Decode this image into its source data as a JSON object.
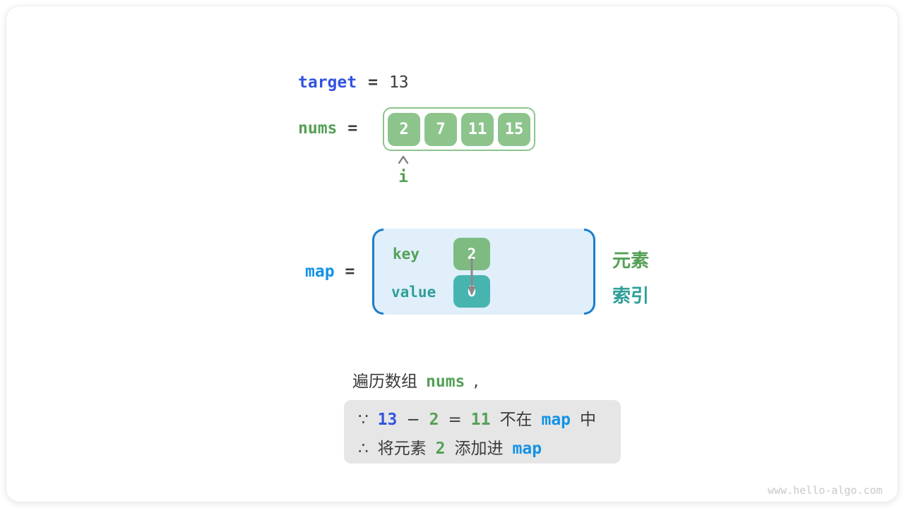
{
  "page": {
    "watermark": "www.hello-algo.com"
  },
  "target": {
    "label": "target",
    "equals": "=",
    "value": "13"
  },
  "nums": {
    "label": "nums",
    "equals": "=",
    "values": [
      "2",
      "7",
      "11",
      "15"
    ],
    "pointer_label": "i"
  },
  "map": {
    "label": "map",
    "equals": "=",
    "key_label": "key",
    "value_label": "value",
    "key_cell": "2",
    "value_cell": "0",
    "element_label": "元素",
    "index_label": "索引"
  },
  "caption": {
    "parts": [
      {
        "text": "遍历数组"
      },
      {
        "text": "nums"
      },
      {
        "text": ","
      }
    ]
  },
  "reasoning": {
    "line1": {
      "parts": [
        {
          "text": "∵"
        },
        {
          "text": "13"
        },
        {
          "text": "−"
        },
        {
          "text": "2"
        },
        {
          "text": "="
        },
        {
          "text": "11"
        },
        {
          "text": "不在"
        },
        {
          "text": "map"
        },
        {
          "text": "中"
        }
      ]
    },
    "line2": {
      "parts": [
        {
          "text": "∴"
        },
        {
          "text": "将元素"
        },
        {
          "text": "2"
        },
        {
          "text": "添加进"
        },
        {
          "text": "map"
        }
      ]
    }
  },
  "colors": {
    "indigo_code": "#3354df",
    "cyan_code": "#1492e5",
    "green_code": "#55a057",
    "teal_code": "#2f9e98",
    "array_cell_green": "#8cc48c",
    "key_cell_green": "#7ebb81",
    "value_cell_teal": "#48b4b0",
    "map_fill_blue": "#e0effa",
    "map_bracket_blue": "#1c7ecc",
    "reason_box_gray": "#e6e6e6",
    "text_dark": "#3b3b3b"
  }
}
